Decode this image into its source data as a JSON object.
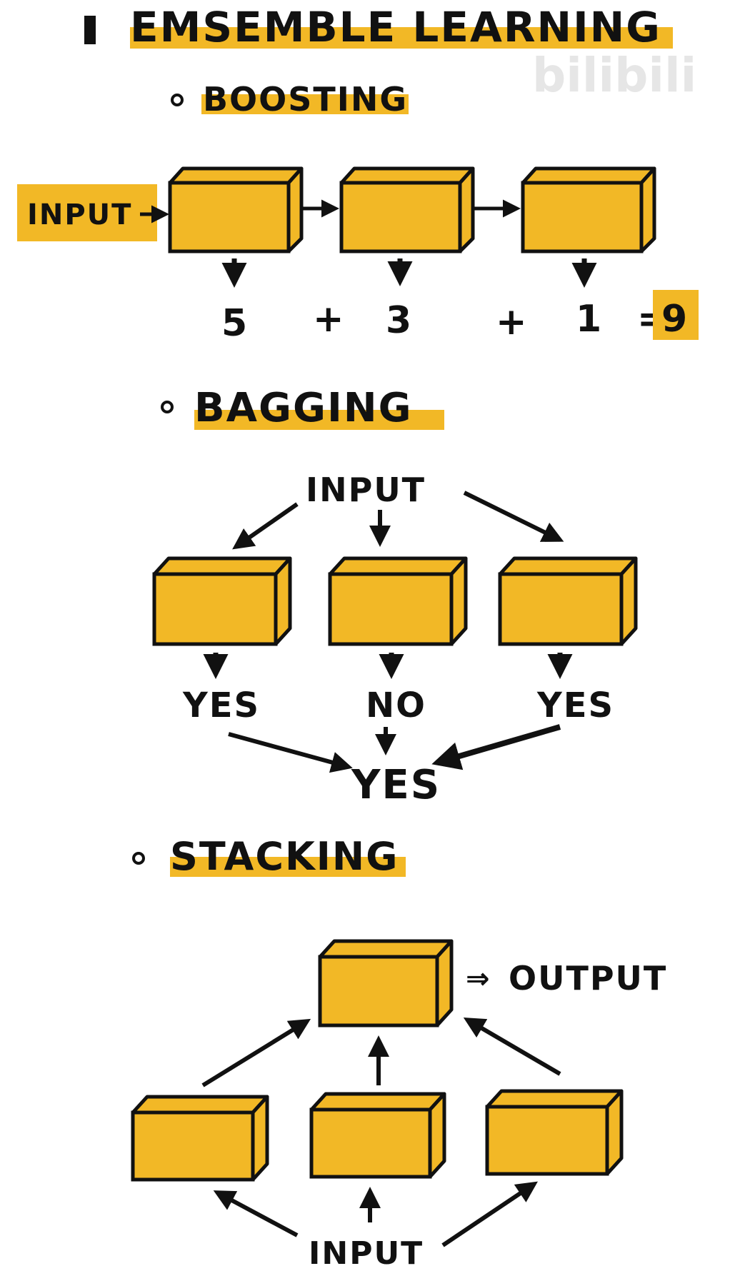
{
  "title": "EMSEMBLE LEARNING",
  "watermark": "bilibili",
  "colors": {
    "box_fill": "#f2b826",
    "highlight": "#f2b826",
    "ink": "#111111",
    "background": "#ffffff"
  },
  "boosting": {
    "heading": "BOOSTING",
    "input_label": "INPUT",
    "scores": [
      "5",
      "3",
      "1"
    ],
    "plus": "+",
    "equals": "=",
    "total": "9"
  },
  "bagging": {
    "heading": "BAGGING",
    "input_label": "INPUT",
    "votes": [
      "YES",
      "NO",
      "YES"
    ],
    "result": "YES"
  },
  "stacking": {
    "heading": "STACKING",
    "input_label": "INPUT",
    "output_label": "OUTPUT",
    "output_arrow": "⇒"
  }
}
